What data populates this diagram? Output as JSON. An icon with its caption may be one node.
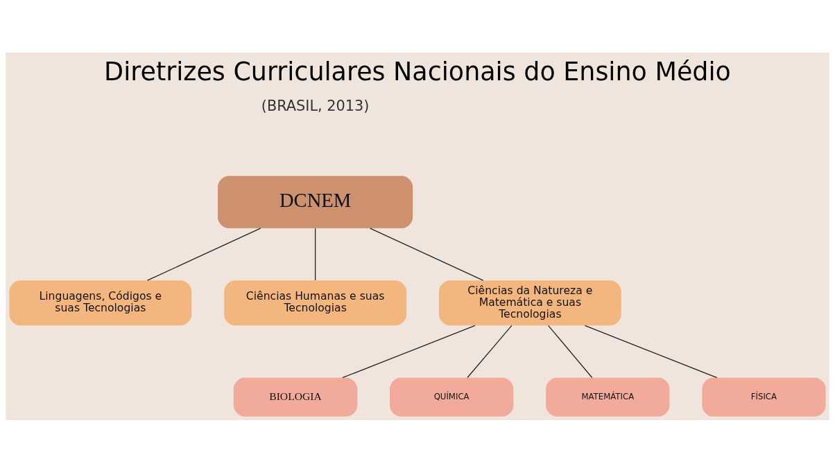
{
  "diagram": {
    "title": "Diretrizes Curriculares Nacionais do Ensino Médio",
    "nodes": [
      {
        "text": [
          "DCNEM"
        ]
      },
      {
        "text": [
          "Linguagens, Códigos e suas Tecnologias"
        ]
      },
      {
        "text": [
          "Ciências Humanas e suas Tecnologias"
        ]
      },
      {
        "text": [
          "Ciências da Natureza e Matemática e suas Tecnologias"
        ]
      },
      {
        "text": [
          "BIOLOGIA"
        ]
      },
      {
        "text": [
          "QUÍMICA"
        ]
      },
      {
        "text": [
          "MATEMÁTICA"
        ]
      },
      {
        "text": [
          "FÍSICA"
        ]
      }
    ],
    "edges": [
      {
        "from": 0,
        "to": 1,
        "arrow": "none"
      },
      {
        "from": 0,
        "to": 2,
        "arrow": "none"
      },
      {
        "from": 0,
        "to": 3,
        "arrow": "none"
      },
      {
        "from": 3,
        "to": 4,
        "arrow": "none"
      },
      {
        "from": 3,
        "to": 5,
        "arrow": "none"
      },
      {
        "from": 3,
        "to": 6,
        "arrow": "none"
      },
      {
        "from": 3,
        "to": 7,
        "arrow": "none"
      }
    ],
    "labels": [
      "(BRASIL, 2013)"
    ]
  }
}
